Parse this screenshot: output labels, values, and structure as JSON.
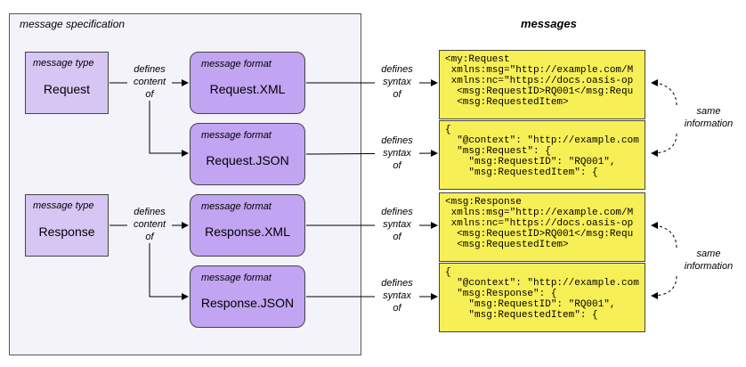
{
  "specification": {
    "title": "message specification",
    "message_types": [
      {
        "caption": "message type",
        "name": "Request"
      },
      {
        "caption": "message type",
        "name": "Response"
      }
    ],
    "message_formats": [
      {
        "caption": "message format",
        "name": "Request.XML"
      },
      {
        "caption": "message format",
        "name": "Request.JSON"
      },
      {
        "caption": "message format",
        "name": "Response.XML"
      },
      {
        "caption": "message format",
        "name": "Response.JSON"
      }
    ],
    "defines_content": [
      "defines",
      "content",
      "of"
    ],
    "defines_syntax": [
      "defines",
      "syntax",
      "of"
    ]
  },
  "messages": {
    "title": "messages",
    "same_information": [
      "same",
      "information"
    ],
    "items": [
      "<my:Request\n xmlns:msg=\"http://example.com/M\n xmlns:nc=\"https://docs.oasis-op\n  <msg:RequestID>RQ001</msg:Requ\n  <msg:RequestedItem>",
      "{\n  \"@context\": \"http://example.com\n  \"msg:Request\": {\n    \"msg:RequestID\": \"RQ001\",\n    \"msg:RequestedItem\": {",
      "<msg:Response\n xmlns:msg=\"http://example.com/M\n xmlns:nc=\"https://docs.oasis-op\n  <msg:RequestID>RQ001</msg:Requ\n  <msg:RequestedItem>",
      "{\n  \"@context\": \"http://example.com\n  \"msg:Response\": {\n    \"msg:RequestID\": \"RQ001\",\n    \"msg:RequestedItem\": {"
    ]
  }
}
